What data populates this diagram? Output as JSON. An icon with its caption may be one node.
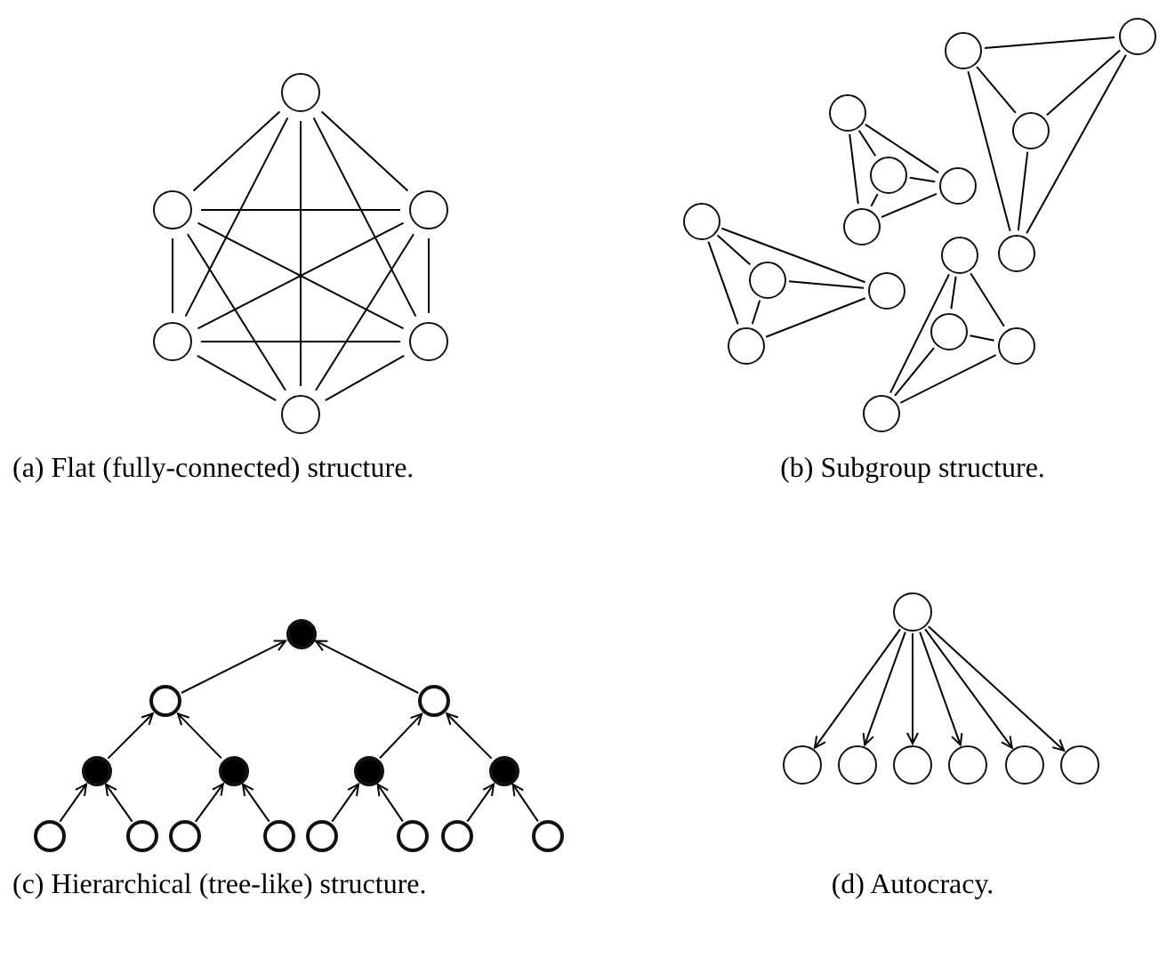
{
  "diagram": {
    "nodes": [
      {
        "text": [],
        "shape": "circle"
      },
      {
        "text": [],
        "shape": "circle"
      },
      {
        "text": [],
        "shape": "circle"
      },
      {
        "text": [],
        "shape": "circle"
      },
      {
        "text": [],
        "shape": "circle"
      },
      {
        "text": [],
        "shape": "circle"
      },
      {
        "text": [],
        "shape": "circle"
      },
      {
        "text": [],
        "shape": "circle"
      },
      {
        "text": [],
        "shape": "circle"
      },
      {
        "text": [],
        "shape": "circle"
      },
      {
        "text": [],
        "shape": "circle"
      },
      {
        "text": [],
        "shape": "circle"
      },
      {
        "text": [],
        "shape": "circle"
      },
      {
        "text": [],
        "shape": "circle"
      },
      {
        "text": [],
        "shape": "circle"
      },
      {
        "text": [],
        "shape": "circle"
      },
      {
        "text": [],
        "shape": "circle"
      },
      {
        "text": [],
        "shape": "circle"
      },
      {
        "text": [],
        "shape": "circle"
      },
      {
        "text": [],
        "shape": "circle"
      },
      {
        "text": [],
        "shape": "circle"
      },
      {
        "text": [],
        "shape": "circle"
      },
      {
        "text": [],
        "shape": "dot"
      },
      {
        "text": [],
        "shape": "circle"
      },
      {
        "text": [],
        "shape": "circle"
      },
      {
        "text": [],
        "shape": "dot"
      },
      {
        "text": [],
        "shape": "dot"
      },
      {
        "text": [],
        "shape": "dot"
      },
      {
        "text": [],
        "shape": "dot"
      },
      {
        "text": [],
        "shape": "circle"
      },
      {
        "text": [],
        "shape": "circle"
      },
      {
        "text": [],
        "shape": "circle"
      },
      {
        "text": [],
        "shape": "circle"
      },
      {
        "text": [],
        "shape": "circle"
      },
      {
        "text": [],
        "shape": "circle"
      },
      {
        "text": [],
        "shape": "circle"
      },
      {
        "text": [],
        "shape": "circle"
      },
      {
        "text": [],
        "shape": "circle"
      },
      {
        "text": [],
        "shape": "circle"
      },
      {
        "text": [],
        "shape": "circle"
      },
      {
        "text": [],
        "shape": "circle"
      },
      {
        "text": [],
        "shape": "circle"
      },
      {
        "text": [],
        "shape": "circle"
      },
      {
        "text": [],
        "shape": "circle"
      }
    ],
    "edges": [
      {
        "from": 0,
        "to": 1,
        "arrow": "none"
      },
      {
        "from": 0,
        "to": 2,
        "arrow": "none"
      },
      {
        "from": 0,
        "to": 3,
        "arrow": "none"
      },
      {
        "from": 0,
        "to": 4,
        "arrow": "none"
      },
      {
        "from": 0,
        "to": 5,
        "arrow": "none"
      },
      {
        "from": 1,
        "to": 2,
        "arrow": "none"
      },
      {
        "from": 1,
        "to": 3,
        "arrow": "none"
      },
      {
        "from": 1,
        "to": 4,
        "arrow": "none"
      },
      {
        "from": 1,
        "to": 5,
        "arrow": "none"
      },
      {
        "from": 2,
        "to": 3,
        "arrow": "none"
      },
      {
        "from": 2,
        "to": 4,
        "arrow": "none"
      },
      {
        "from": 2,
        "to": 5,
        "arrow": "none"
      },
      {
        "from": 3,
        "to": 4,
        "arrow": "none"
      },
      {
        "from": 3,
        "to": 5,
        "arrow": "none"
      },
      {
        "from": 4,
        "to": 5,
        "arrow": "none"
      },
      {
        "from": 6,
        "to": 7,
        "arrow": "none"
      },
      {
        "from": 6,
        "to": 8,
        "arrow": "none"
      },
      {
        "from": 7,
        "to": 8,
        "arrow": "none"
      },
      {
        "from": 6,
        "to": 14,
        "arrow": "none"
      },
      {
        "from": 8,
        "to": 14,
        "arrow": "none"
      },
      {
        "from": 7,
        "to": 14,
        "arrow": "none"
      },
      {
        "from": 9,
        "to": 10,
        "arrow": "none"
      },
      {
        "from": 9,
        "to": 11,
        "arrow": "none"
      },
      {
        "from": 9,
        "to": 12,
        "arrow": "none"
      },
      {
        "from": 10,
        "to": 11,
        "arrow": "none"
      },
      {
        "from": 10,
        "to": 12,
        "arrow": "none"
      },
      {
        "from": 11,
        "to": 12,
        "arrow": "none"
      },
      {
        "from": 13,
        "to": 16,
        "arrow": "none"
      },
      {
        "from": 13,
        "to": 17,
        "arrow": "none"
      },
      {
        "from": 13,
        "to": 20,
        "arrow": "none"
      },
      {
        "from": 16,
        "to": 17,
        "arrow": "none"
      },
      {
        "from": 16,
        "to": 20,
        "arrow": "none"
      },
      {
        "from": 17,
        "to": 20,
        "arrow": "none"
      },
      {
        "from": 15,
        "to": 18,
        "arrow": "none"
      },
      {
        "from": 15,
        "to": 19,
        "arrow": "none"
      },
      {
        "from": 15,
        "to": 21,
        "arrow": "none"
      },
      {
        "from": 18,
        "to": 19,
        "arrow": "none"
      },
      {
        "from": 18,
        "to": 21,
        "arrow": "none"
      },
      {
        "from": 19,
        "to": 21,
        "arrow": "none"
      },
      {
        "from": 23,
        "to": 22,
        "arrow": "to"
      },
      {
        "from": 24,
        "to": 22,
        "arrow": "to"
      },
      {
        "from": 25,
        "to": 23,
        "arrow": "to"
      },
      {
        "from": 26,
        "to": 23,
        "arrow": "to"
      },
      {
        "from": 27,
        "to": 24,
        "arrow": "to"
      },
      {
        "from": 28,
        "to": 24,
        "arrow": "to"
      },
      {
        "from": 29,
        "to": 25,
        "arrow": "to"
      },
      {
        "from": 30,
        "to": 25,
        "arrow": "to"
      },
      {
        "from": 31,
        "to": 26,
        "arrow": "to"
      },
      {
        "from": 32,
        "to": 26,
        "arrow": "to"
      },
      {
        "from": 33,
        "to": 27,
        "arrow": "to"
      },
      {
        "from": 34,
        "to": 27,
        "arrow": "to"
      },
      {
        "from": 35,
        "to": 28,
        "arrow": "to"
      },
      {
        "from": 36,
        "to": 28,
        "arrow": "to"
      },
      {
        "from": 37,
        "to": 38,
        "arrow": "to"
      },
      {
        "from": 37,
        "to": 39,
        "arrow": "to"
      },
      {
        "from": 37,
        "to": 40,
        "arrow": "to"
      },
      {
        "from": 37,
        "to": 41,
        "arrow": "to"
      },
      {
        "from": 37,
        "to": 42,
        "arrow": "to"
      },
      {
        "from": 37,
        "to": 43,
        "arrow": "to"
      }
    ],
    "labels": [
      "(a) Flat (fully-connected) structure.",
      "(b) Subgroup structure.",
      "(c) Hierarchical (tree-like) structure.",
      "(d) Autocracy."
    ]
  }
}
